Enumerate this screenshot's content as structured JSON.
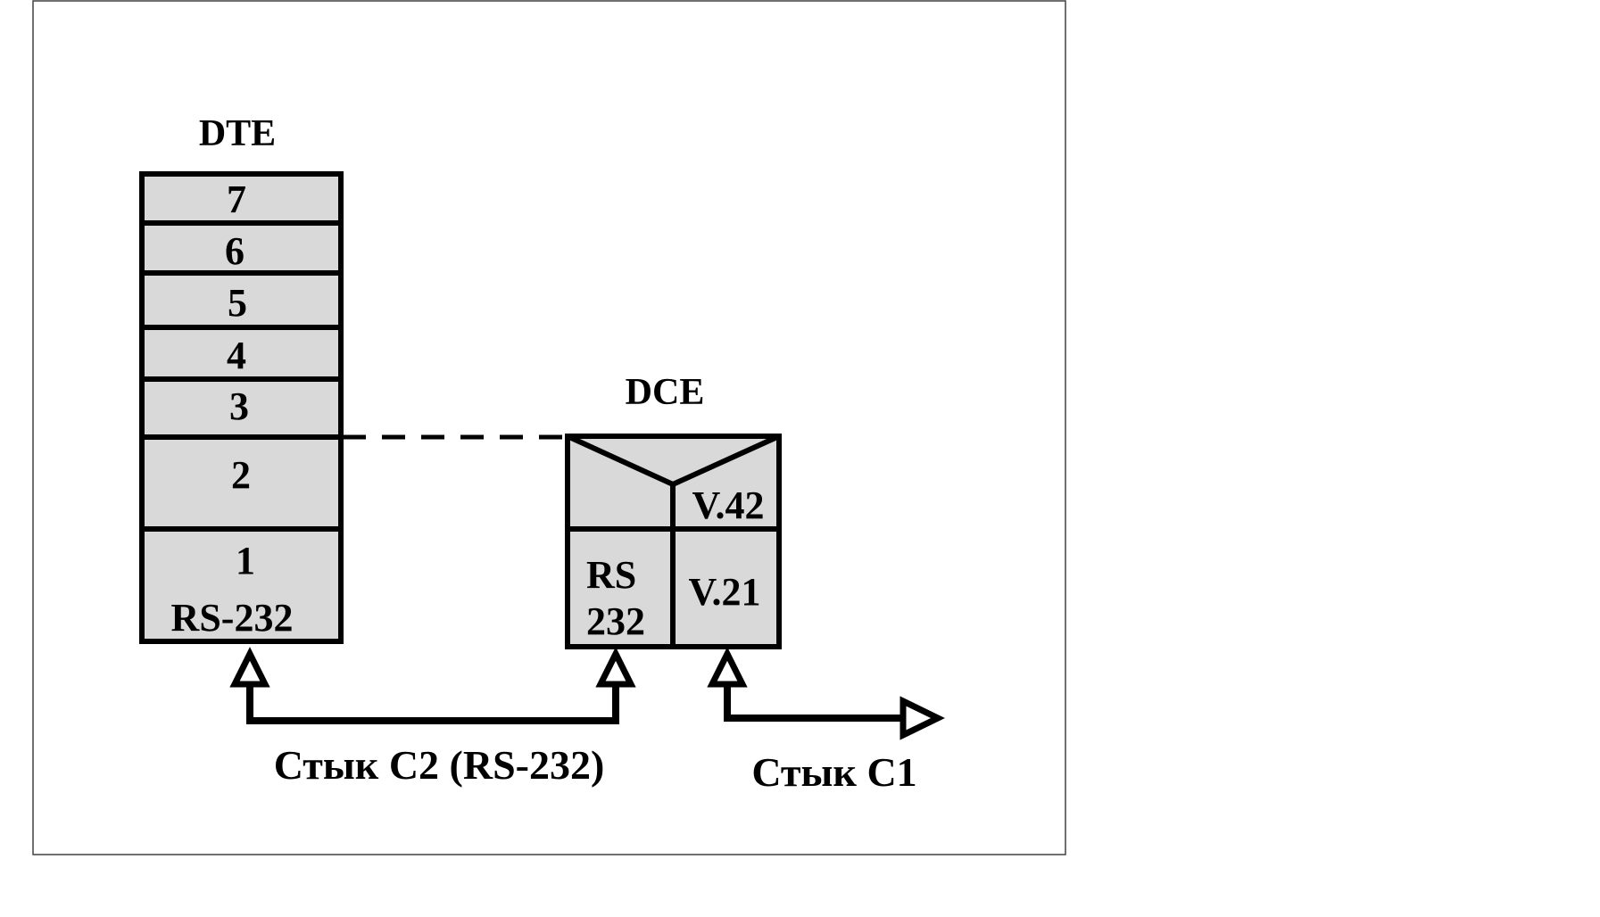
{
  "diagram": {
    "dte": {
      "title": "DTE",
      "layers": [
        "7",
        "6",
        "5",
        "4",
        "3",
        "2",
        "1"
      ],
      "physical_label": "RS-232"
    },
    "dce": {
      "title": "DCE",
      "v42": "V.42",
      "rs_line1": "RS",
      "rs_line2": "232",
      "v21": "V.21"
    },
    "interfaces": {
      "c2": "Стык С2 (RS-232)",
      "c1": "Стык С1"
    },
    "colors": {
      "box_fill": "#d9d9d9",
      "stroke": "#000000",
      "frame": "#404040"
    }
  }
}
